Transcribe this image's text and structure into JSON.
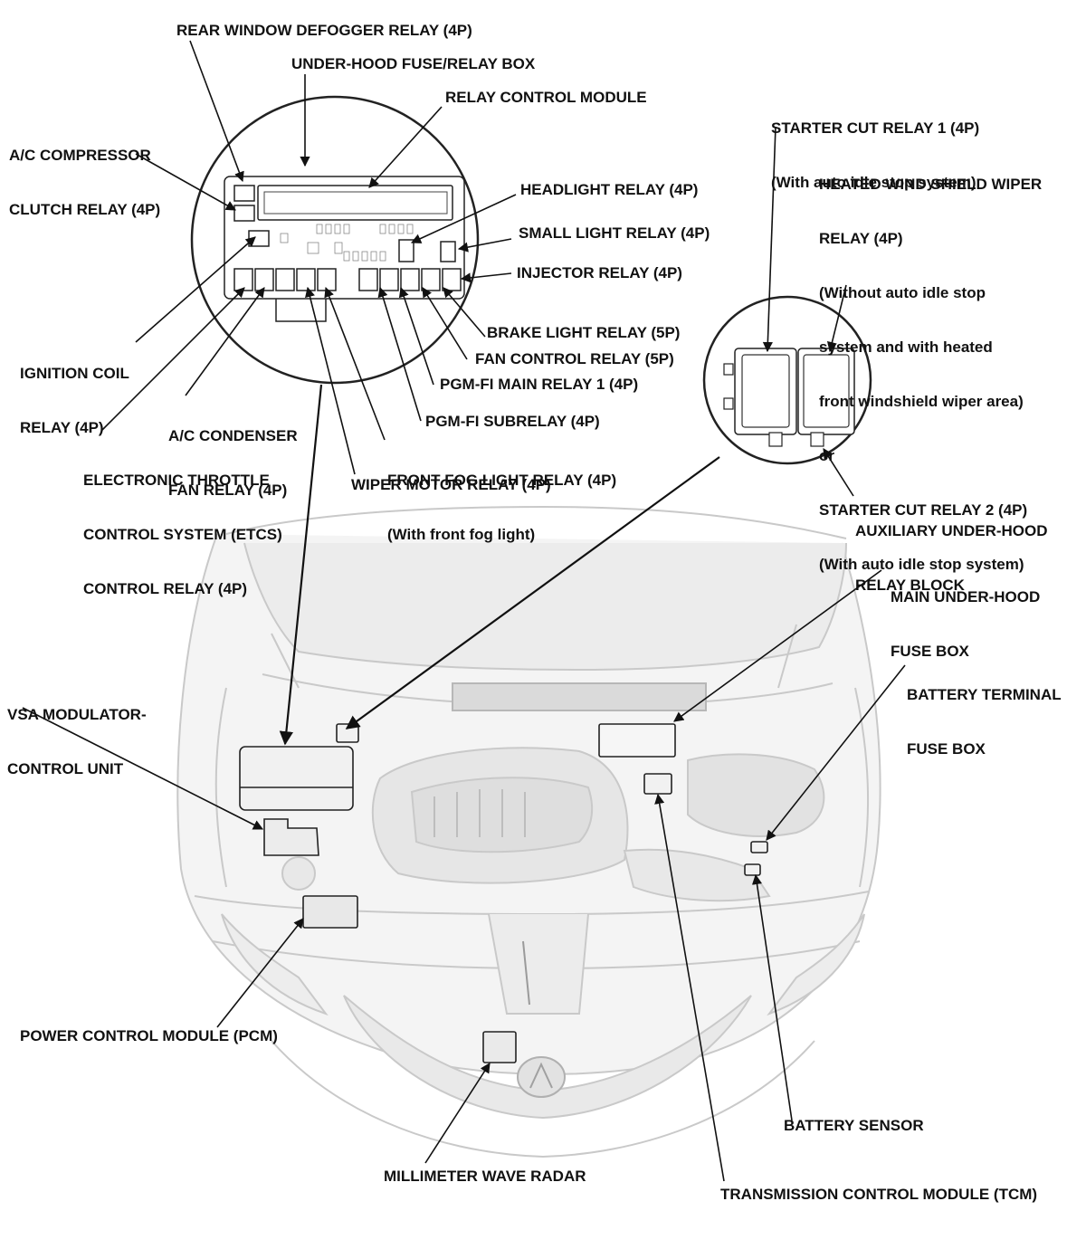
{
  "callouts": {
    "rear_window_defogger_relay": "REAR WINDOW DEFOGGER RELAY (4P)",
    "under_hood_fuse_relay_box": "UNDER-HOOD FUSE/RELAY BOX",
    "relay_control_module": "RELAY CONTROL MODULE",
    "ac_compressor_clutch_relay": [
      "A/C COMPRESSOR",
      "CLUTCH RELAY (4P)"
    ],
    "headlight_relay": "HEADLIGHT RELAY (4P)",
    "small_light_relay": "SMALL LIGHT RELAY (4P)",
    "injector_relay": "INJECTOR RELAY (4P)",
    "ignition_coil_relay": [
      "IGNITION COIL",
      "RELAY (4P)"
    ],
    "brake_light_relay": "BRAKE LIGHT RELAY (5P)",
    "fan_control_relay": "FAN CONTROL RELAY (5P)",
    "pgm_fi_main_relay_1": "PGM-FI MAIN RELAY 1 (4P)",
    "ac_condenser_fan_relay": [
      "A/C CONDENSER",
      "FAN RELAY (4P)"
    ],
    "pgm_fi_subrelay": "PGM-FI SUBRELAY (4P)",
    "etcs_control_relay": [
      "ELECTRONIC THROTTLE",
      "CONTROL SYSTEM (ETCS)",
      "CONTROL RELAY (4P)"
    ],
    "front_fog_light_relay": [
      "FRONT FOG LIGHT RELAY (4P)",
      "(With front fog light)"
    ],
    "wiper_motor_relay": "WIPER MOTOR RELAY (4P)",
    "starter_cut_relay_1": [
      "STARTER CUT RELAY 1 (4P)",
      "(With auto idle stop system)"
    ],
    "heated_wiper_relay": [
      "HEATED WIND SHIELD WIPER",
      "RELAY (4P)",
      "(Without auto idle stop",
      "system and with heated",
      "front windshield wiper area)",
      "or",
      "STARTER CUT RELAY 2 (4P)",
      "(With auto idle stop system)"
    ],
    "auxiliary_relay_block": [
      "AUXILIARY UNDER-HOOD",
      "RELAY BLOCK"
    ],
    "main_fuse_box": [
      "MAIN UNDER-HOOD",
      "FUSE BOX"
    ],
    "battery_terminal_fuse_box": [
      "BATTERY TERMINAL",
      "FUSE BOX"
    ],
    "vsa_modulator": [
      "VSA MODULATOR-",
      "CONTROL UNIT"
    ],
    "pcm": "POWER CONTROL MODULE (PCM)",
    "battery_sensor": "BATTERY SENSOR",
    "millimeter_wave_radar": "MILLIMETER WAVE RADAR",
    "tcm": "TRANSMISSION CONTROL MODULE (TCM)"
  }
}
